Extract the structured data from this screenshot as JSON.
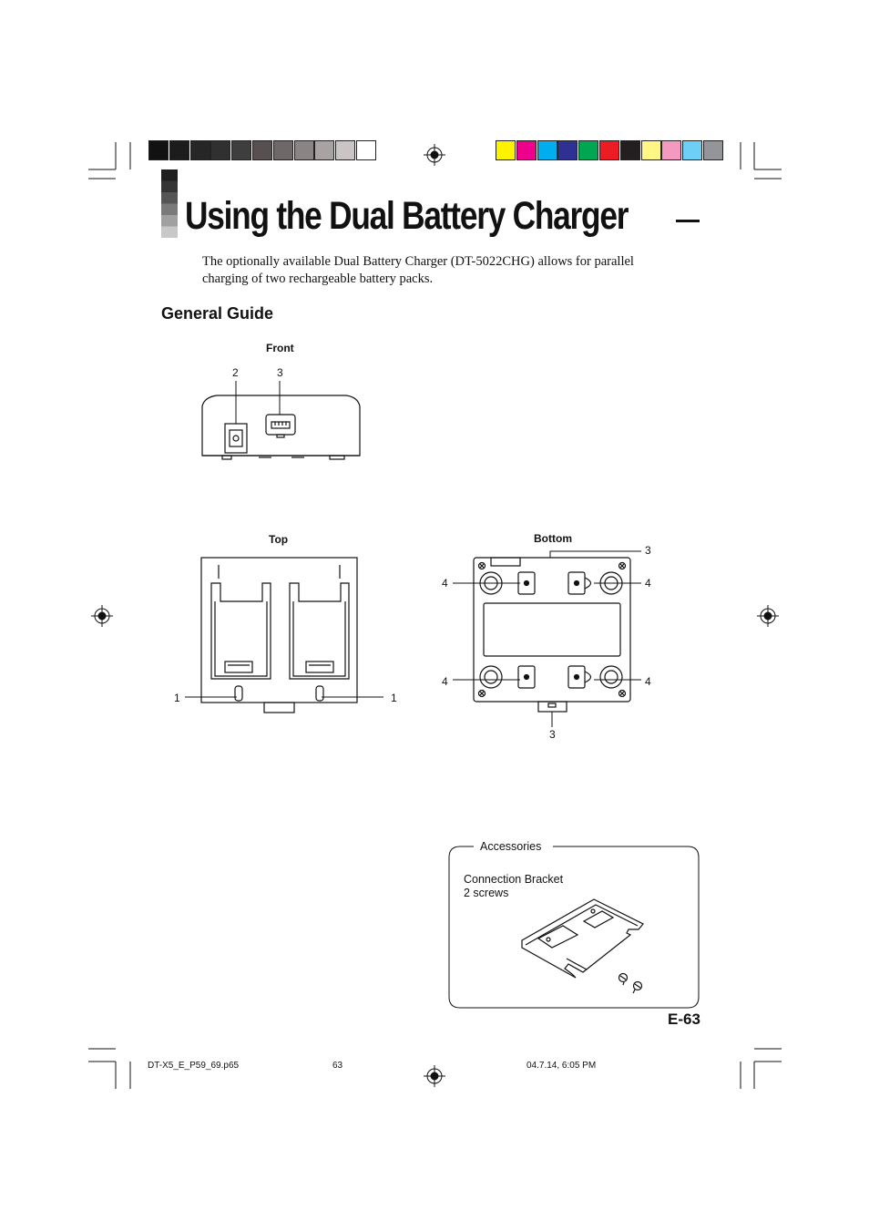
{
  "page": {
    "title": "Using the Dual Battery Charger",
    "intro_line1": "The optionally available Dual Battery Charger (DT-5022CHG) allows for parallel",
    "intro_line2": "charging of two rechargeable battery packs.",
    "section_heading": "General Guide",
    "page_number": "E-63"
  },
  "diagrams": {
    "front": {
      "label": "Front",
      "callouts": [
        "2",
        "3"
      ]
    },
    "top": {
      "label": "Top",
      "callouts": [
        "1",
        "1"
      ]
    },
    "bottom": {
      "label": "Bottom",
      "callouts": [
        "3",
        "4",
        "4",
        "4",
        "4",
        "3"
      ]
    }
  },
  "accessories": {
    "heading": "Accessories",
    "item_line1": "Connection Bracket",
    "item_line2": "2 screws"
  },
  "footer": {
    "file": "DT-X5_E_P59_69.p65",
    "page": "63",
    "timestamp": "04.7.14, 6:05 PM"
  },
  "colors": {
    "gray_swatches": [
      "#111111",
      "#1c1c1c",
      "#262626",
      "#303030",
      "#3e3e3e",
      "#585050",
      "#6e6868",
      "#8a8484",
      "#a8a2a2",
      "#cac4c4",
      "#ffffff"
    ],
    "color_swatches": [
      "#fff200",
      "#ec008c",
      "#00aeef",
      "#2e3192",
      "#00a651",
      "#ed1c24",
      "#231f20",
      "#fff685",
      "#f49ac1",
      "#6dcff6",
      "#939598"
    ],
    "tab_gradient": [
      "#202020",
      "#353535",
      "#555555",
      "#7a7a7a",
      "#a0a0a0",
      "#c8c8c8"
    ]
  }
}
